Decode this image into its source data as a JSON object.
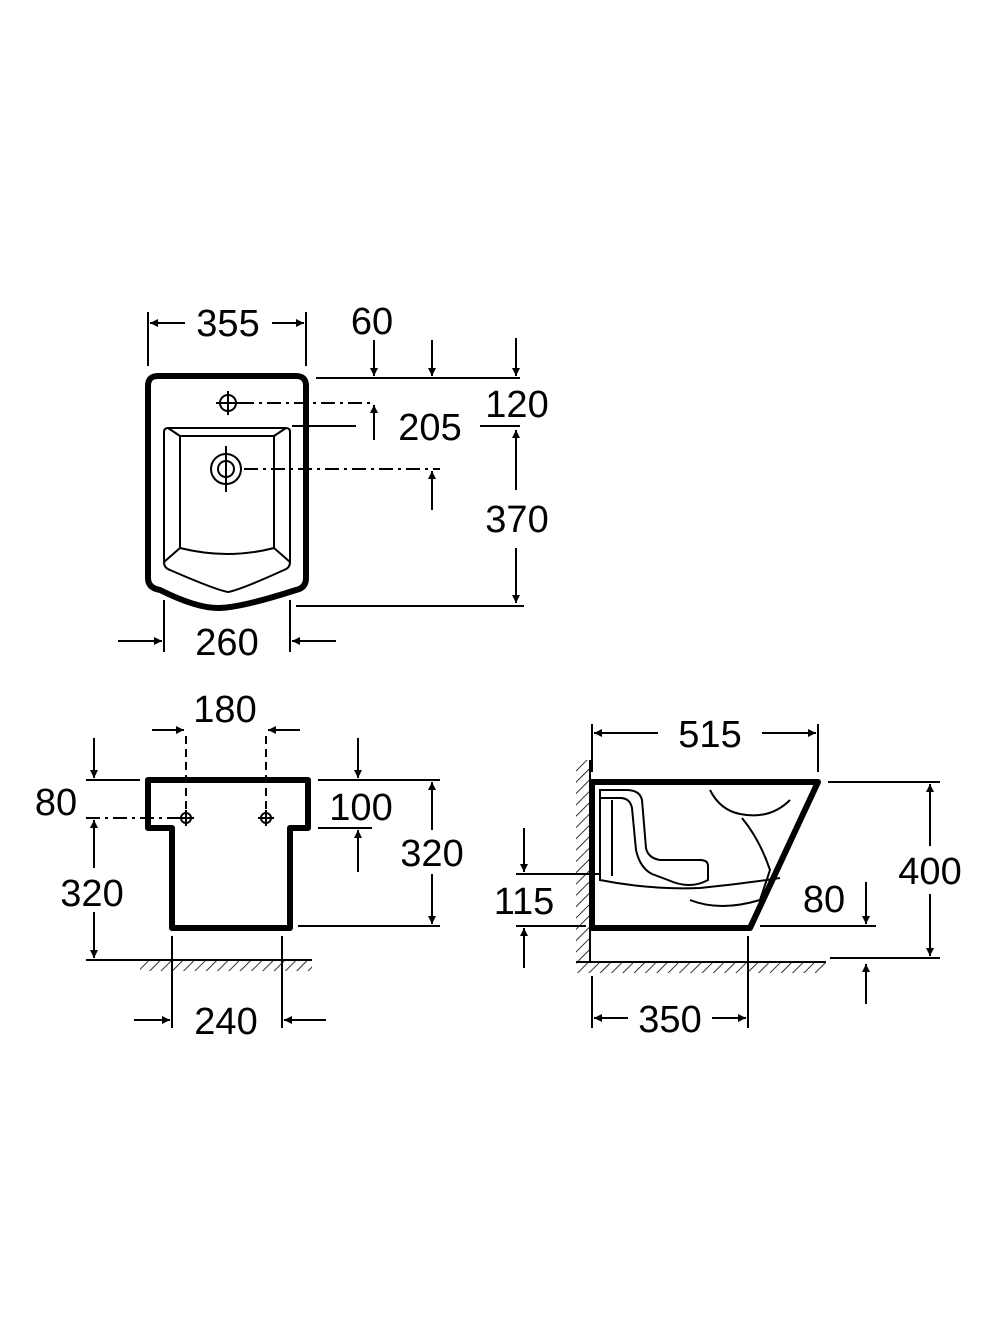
{
  "top_view": {
    "width_top": "355",
    "width_bottom": "260",
    "tap_offset": "60",
    "tap_depth": "120",
    "bowl_depth": "205",
    "drain_depth": "370"
  },
  "front_view": {
    "pipe_spacing": "180",
    "inlet_height": "80",
    "upper_height": "100",
    "body_height": "320",
    "floor_height": "320",
    "base_width": "240"
  },
  "side_view": {
    "length": "515",
    "height": "400",
    "wall_offset": "115",
    "drain_height": "80",
    "base_length": "350"
  }
}
